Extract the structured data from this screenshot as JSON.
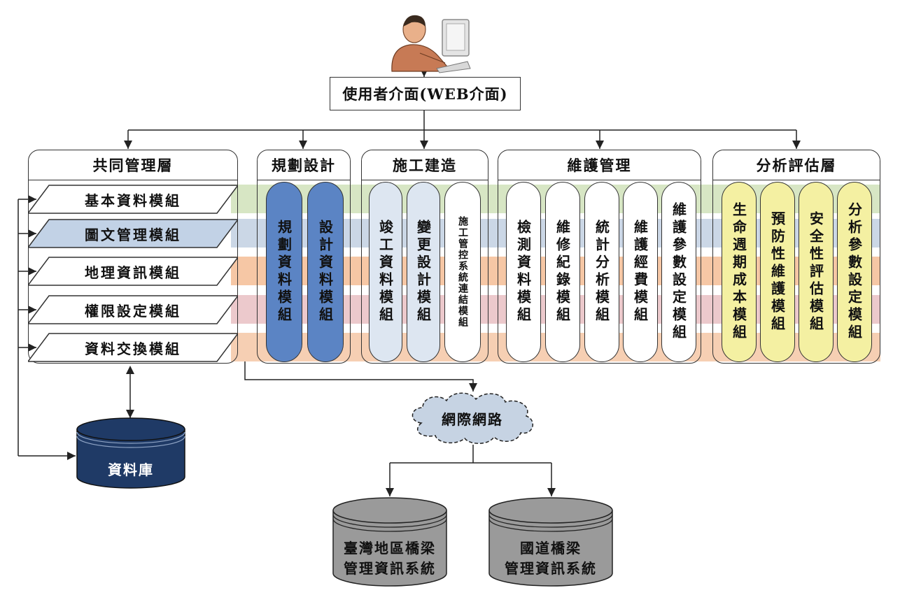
{
  "user_interface": {
    "label": "使用者介面(WEB介面)"
  },
  "panels": {
    "common": {
      "title": "共同管理層"
    },
    "planning": {
      "title": "規劃設計"
    },
    "construction": {
      "title": "施工建造"
    },
    "maintenance": {
      "title": "維護管理"
    },
    "analysis": {
      "title": "分析評估層"
    }
  },
  "common_modules": [
    "基本資料模組",
    "圖文管理模組",
    "地理資訊模組",
    "權限設定模組",
    "資料交換模組"
  ],
  "planning_modules": [
    "規劃資料模組",
    "設計資料模組"
  ],
  "construction_modules": [
    "竣工資料模組",
    "變更設計模組",
    "施工管控系統連結模組"
  ],
  "maintenance_modules": [
    "檢測資料模組",
    "維修紀錄模組",
    "統計分析模組",
    "維護經費模組",
    "維護參數設定模組"
  ],
  "analysis_modules": [
    "生命週期成本模組",
    "預防性維護模組",
    "安全性評估模組",
    "分析參數設定模組"
  ],
  "database": {
    "label": "資料庫"
  },
  "network": {
    "label": "網際網路"
  },
  "external_systems": [
    {
      "line1": "臺灣地區橋梁",
      "line2": "管理資訊系統"
    },
    {
      "line1": "國道橋梁",
      "line2": "管理資訊系統"
    }
  ],
  "colors": {
    "band_1": "#d7e6c4",
    "band_2": "#cbd7e6",
    "band_3": "#f6c7a5",
    "band_4": "#ecc9cc",
    "band_5": "#f6cfb3",
    "planning_pill": "#5b84c4",
    "construction_pill": "#dde6f1",
    "maintenance_pill": "#ffffff",
    "analysis_pill": "#f4f0a2",
    "database_fill": "#1f3a66",
    "external_fill": "#9a9a9a",
    "cloud_fill": "#c6d3e3"
  }
}
